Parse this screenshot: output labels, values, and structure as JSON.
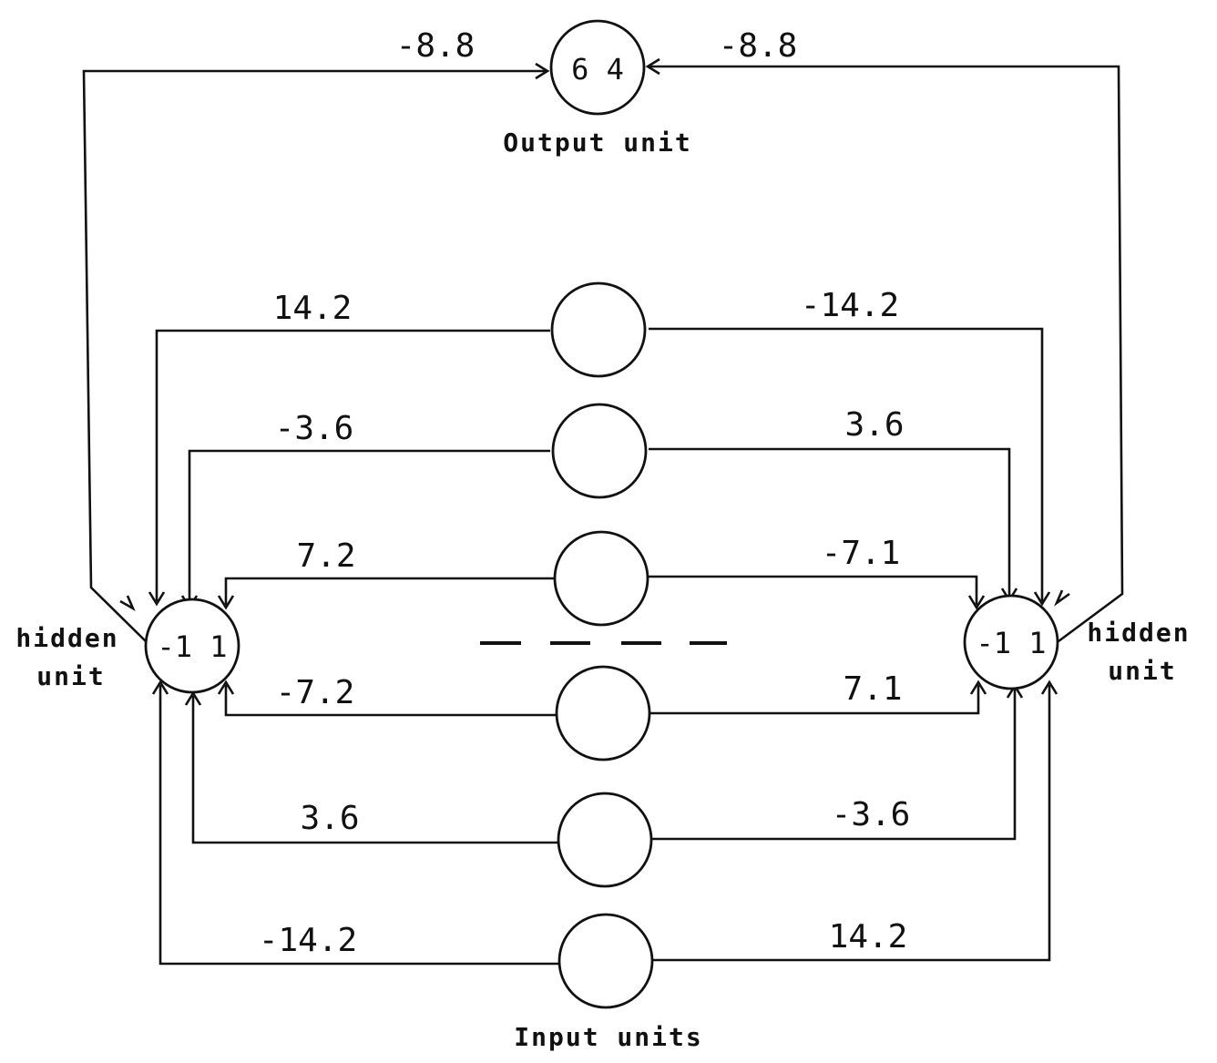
{
  "labels": {
    "output_unit": "Output unit",
    "input_units": "Input units",
    "hidden_unit_left_line1": "hidden",
    "hidden_unit_left_line2": "unit",
    "hidden_unit_right_line1": "hidden",
    "hidden_unit_right_line2": "unit"
  },
  "output": {
    "bias": "6 4",
    "weight_from_left_hidden": "-8.8",
    "weight_from_right_hidden": "-8.8"
  },
  "hidden_left": {
    "bias": "-1 1"
  },
  "hidden_right": {
    "bias": "-1 1"
  },
  "input_rows": [
    {
      "weight_to_left": "14.2",
      "weight_to_right": "-14.2"
    },
    {
      "weight_to_left": "-3.6",
      "weight_to_right": "3.6"
    },
    {
      "weight_to_left": "7.2",
      "weight_to_right": "-7.1"
    },
    {
      "weight_to_left": "-7.2",
      "weight_to_right": "7.1"
    },
    {
      "weight_to_left": "3.6",
      "weight_to_right": "-3.6"
    },
    {
      "weight_to_left": "-14.2",
      "weight_to_right": "14.2"
    }
  ],
  "colors": {
    "ink": "#111111",
    "background": "#ffffff"
  }
}
